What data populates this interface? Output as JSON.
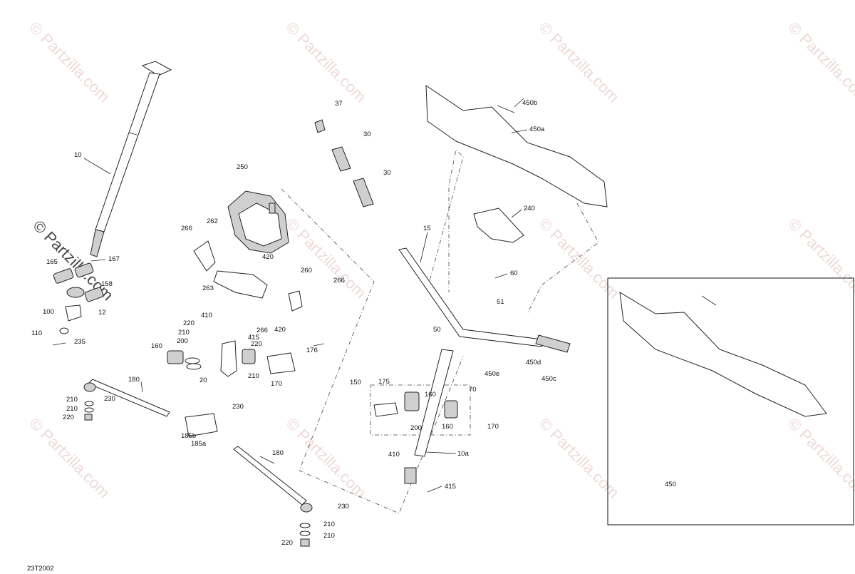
{
  "diagram_code": "23T2002",
  "watermark_text": "© Partzilla.com",
  "inset_label": "450",
  "callouts": {
    "c10": "10",
    "c167": "167",
    "c165": "165",
    "c158": "158",
    "c12": "12",
    "c100": "100",
    "c110": "110",
    "c235": "235",
    "c250": "250",
    "c266a": "266",
    "c262": "262",
    "c420a": "420",
    "c263": "263",
    "c260": "260",
    "c266b": "266",
    "c420b": "420",
    "c410a": "410",
    "c220a": "220",
    "c210a": "210",
    "c200a": "200",
    "c415a": "415",
    "c266c": "266",
    "c220b": "220",
    "c176": "176",
    "c160a": "160",
    "c20": "20",
    "c210b": "210",
    "c170a": "170",
    "c180a": "180",
    "c230a": "230",
    "c210c": "210",
    "c210d": "210",
    "c220c": "220",
    "c230b": "230",
    "c185b": "185b",
    "c185a": "185a",
    "c180b": "180",
    "c230c": "230",
    "c210e": "210",
    "c210f": "210",
    "c220d": "220",
    "c37": "37",
    "c30a": "30",
    "c30b": "30",
    "c15": "15",
    "c450b": "450b",
    "c450a": "450a",
    "c240": "240",
    "c60": "60",
    "c51": "51",
    "c50": "50",
    "c450e": "450e",
    "c450d": "450d",
    "c450c": "450c",
    "c70": "70",
    "c150": "150",
    "c175": "175",
    "c160b": "160",
    "c200b": "200",
    "c160c": "160",
    "c170b": "170",
    "c10a": "10a",
    "c410b": "410",
    "c415b": "415"
  }
}
